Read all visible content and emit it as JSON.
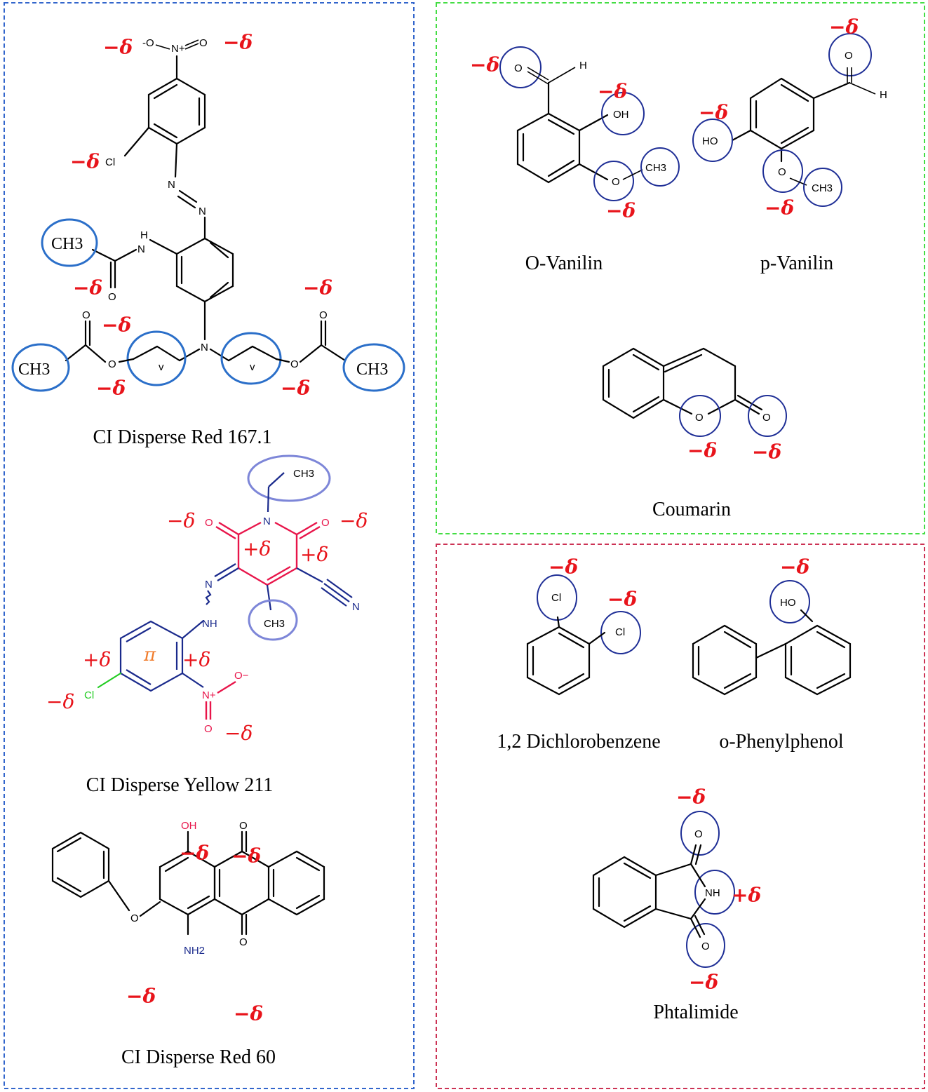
{
  "molecules": {
    "red167": {
      "name": "CI Disperse Red 167.1"
    },
    "yellow211": {
      "name": "CI Disperse Yellow 211"
    },
    "red60": {
      "name": "CI Disperse Red 60"
    },
    "ovanilin": {
      "name": "O-Vanilin"
    },
    "pvanilin": {
      "name": "p-Vanilin"
    },
    "coumarin": {
      "name": "Coumarin"
    },
    "dichlorobenzene": {
      "name": "1,2 Dichlorobenzene"
    },
    "phenylphenol": {
      "name": "o-Phenylphenol"
    },
    "phtalimide": {
      "name": "Phtalimide"
    }
  },
  "labels": {
    "neg_delta": "−δ",
    "pos_delta": "+δ",
    "pi": "π",
    "ch3": "CH3",
    "o": "O",
    "oh": "OH",
    "ho": "HO",
    "h": "H",
    "n": "N",
    "nh": "NH",
    "nh2": "NH2",
    "cl": "Cl",
    "nplus": "N+",
    "ominus": "-O",
    "ominus_r": "O−"
  },
  "colors": {
    "delta": "#e8141b",
    "panel_left": "#3366cc",
    "panel_top_right": "#44dd44",
    "panel_bottom_right": "#cc3355",
    "highlight_ring": "#2b6fc9",
    "highlight_ring_dark": "#1f2f96",
    "yellow211_bonds": "#e8154a"
  }
}
